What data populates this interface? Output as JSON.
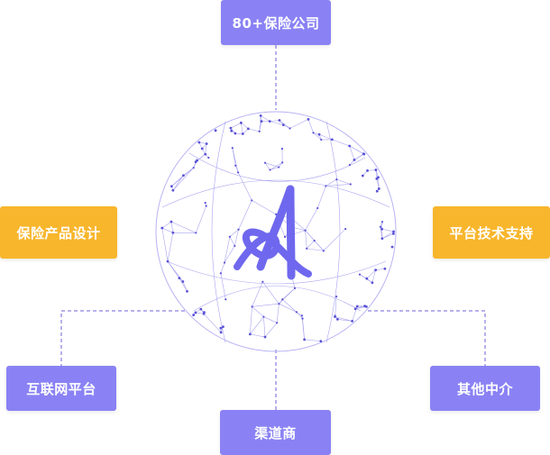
{
  "colors": {
    "purple": "#8a82f4",
    "orange": "#f8b62d",
    "line": "#6c63d8",
    "logo": "#6f68ee"
  },
  "nodes": {
    "top": "80+保险公司",
    "left": "保险产品设计",
    "right": "平台技术支持",
    "bottom_left": "互联网平台",
    "bottom_center": "渠道商",
    "bottom_right": "其他中介"
  },
  "center": {
    "icon": "logo-a-icon"
  }
}
